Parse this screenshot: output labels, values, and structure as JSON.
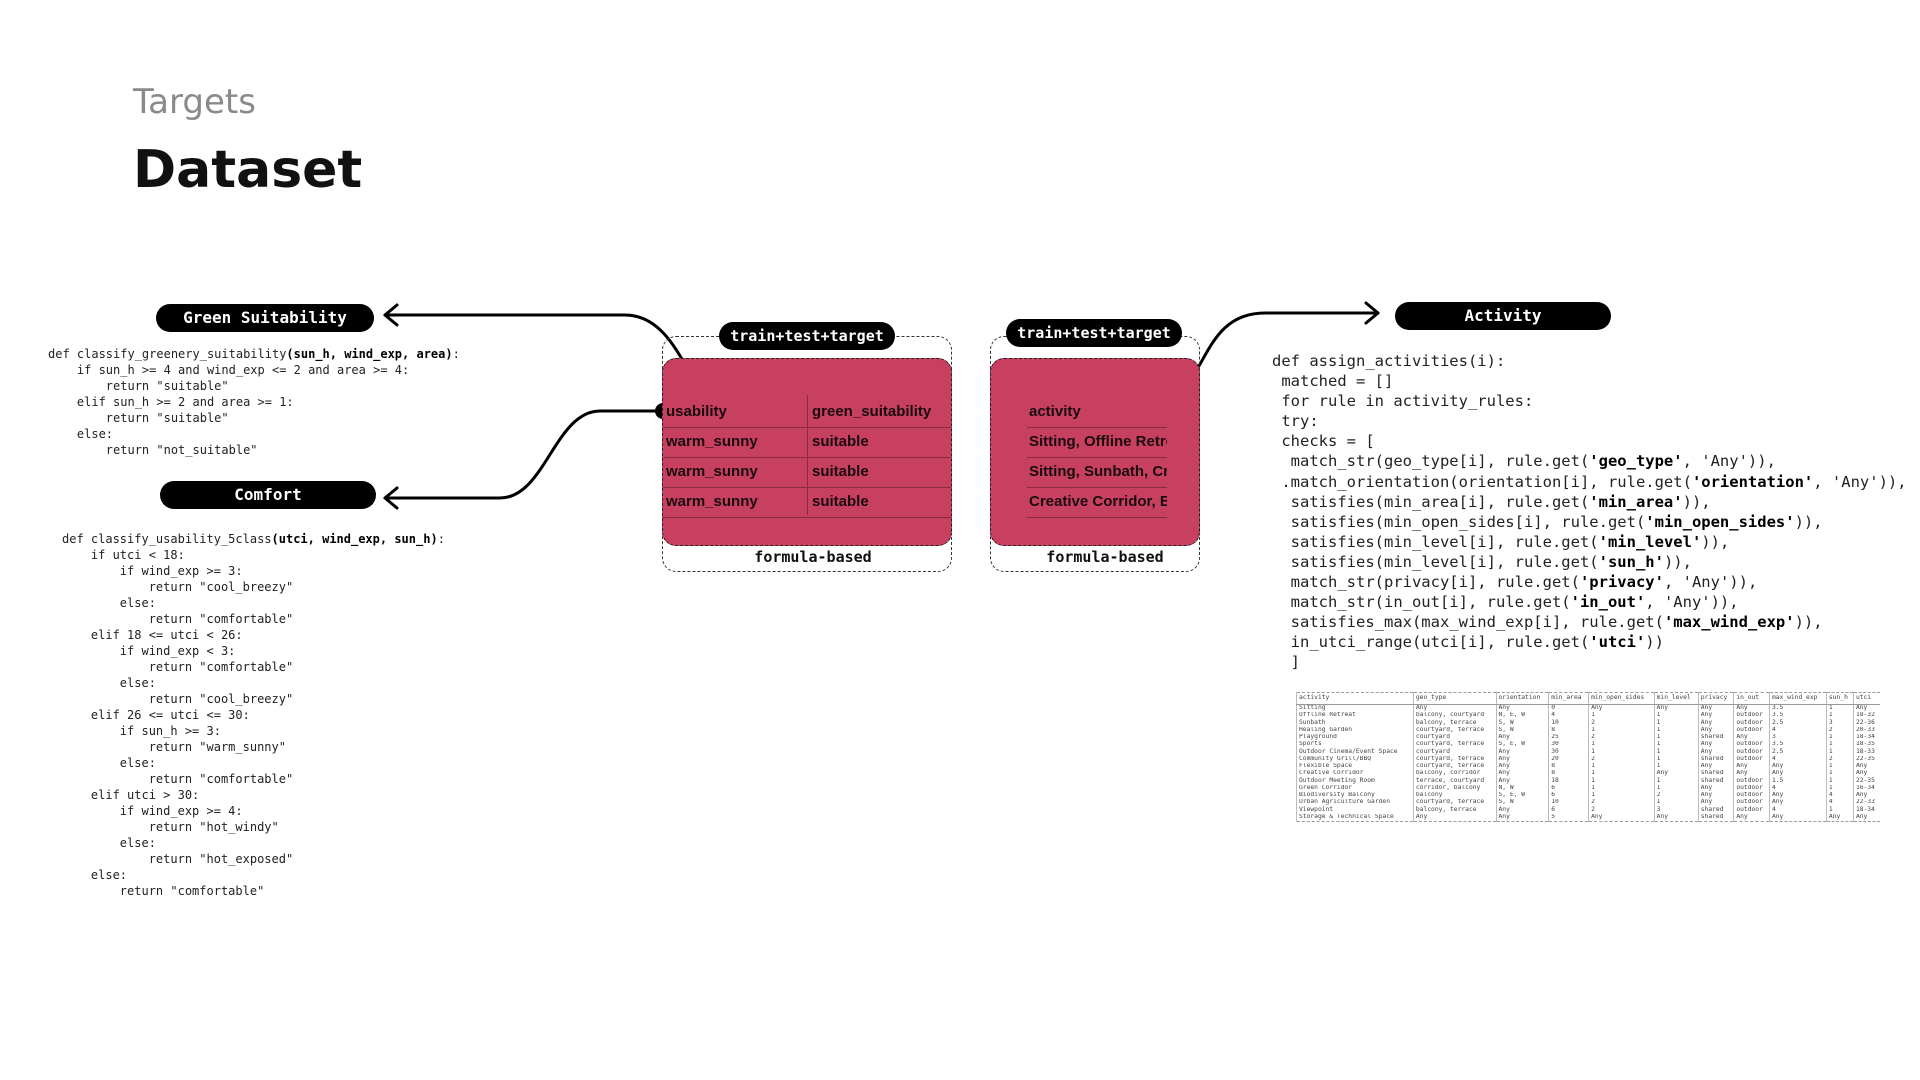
{
  "header": {
    "subtitle": "Targets",
    "title": "Dataset"
  },
  "labels": {
    "green_suitability": "Green Suitability",
    "comfort": "Comfort",
    "activity": "Activity",
    "train_test_target_1": "train+test+target",
    "train_test_target_2": "train+test+target",
    "formula_based_1": "formula-based",
    "formula_based_2": "formula-based"
  },
  "table1": {
    "headers": [
      "usability",
      "green_suitability"
    ],
    "rows": [
      [
        "warm_sunny",
        "suitable"
      ],
      [
        "warm_sunny",
        "suitable"
      ],
      [
        "warm_sunny",
        "suitable"
      ]
    ]
  },
  "table2": {
    "header": "activity",
    "rows": [
      "Sitting, Offline Retre",
      "Sitting, Sunbath, Cre",
      "Creative Corridor, Bi"
    ]
  },
  "code_green": [
    [
      "def classify_greenery_suitability",
      "(sun_h, wind_exp, area)",
      ":"
    ],
    [
      "    if sun_h >= 4 and wind_exp <= 2 and area >= 4:",
      "",
      ""
    ],
    [
      "        return \"suitable\"",
      "",
      ""
    ],
    [
      "    elif sun_h >= 2 and area >= 1:",
      "",
      ""
    ],
    [
      "        return \"suitable\"",
      "",
      ""
    ],
    [
      "    else:",
      "",
      ""
    ],
    [
      "        return \"not_suitable\"",
      "",
      ""
    ]
  ],
  "code_comfort": [
    [
      "def classify_usability_5class",
      "(utci, wind_exp, sun_h)",
      ":"
    ],
    [
      "    if utci < 18:",
      "",
      ""
    ],
    [
      "        if wind_exp >= 3:",
      "",
      ""
    ],
    [
      "            return \"cool_breezy\"",
      "",
      ""
    ],
    [
      "        else:",
      "",
      ""
    ],
    [
      "            return \"comfortable\"",
      "",
      ""
    ],
    [
      "    elif 18 <= utci < 26:",
      "",
      ""
    ],
    [
      "        if wind_exp < 3:",
      "",
      ""
    ],
    [
      "            return \"comfortable\"",
      "",
      ""
    ],
    [
      "        else:",
      "",
      ""
    ],
    [
      "            return \"cool_breezy\"",
      "",
      ""
    ],
    [
      "    elif 26 <= utci <= 30:",
      "",
      ""
    ],
    [
      "        if sun_h >= 3:",
      "",
      ""
    ],
    [
      "            return \"warm_sunny\"",
      "",
      ""
    ],
    [
      "        else:",
      "",
      ""
    ],
    [
      "            return \"comfortable\"",
      "",
      ""
    ],
    [
      "    elif utci > 30:",
      "",
      ""
    ],
    [
      "        if wind_exp >= 4:",
      "",
      ""
    ],
    [
      "            return \"hot_windy\"",
      "",
      ""
    ],
    [
      "        else:",
      "",
      ""
    ],
    [
      "            return \"hot_exposed\"",
      "",
      ""
    ],
    [
      "    else:",
      "",
      ""
    ],
    [
      "        return \"comfortable\"",
      "",
      ""
    ]
  ],
  "code_activity": [
    [
      "def assign_activities(i):",
      "",
      ""
    ],
    [
      " matched = []",
      "",
      ""
    ],
    [
      " for rule in activity_rules:",
      "",
      ""
    ],
    [
      " try:",
      "",
      ""
    ],
    [
      " checks = [",
      "",
      ""
    ],
    [
      "  match_str(geo_type[i], rule.get(",
      "'geo_type'",
      ", 'Any')),"
    ],
    [
      " .match_orientation(orientation[i], rule.get(",
      "'orientation'",
      ", 'Any')),"
    ],
    [
      "  satisfies(min_area[i], rule.get(",
      "'min_area'",
      ")),"
    ],
    [
      "  satisfies(min_open_sides[i], rule.get(",
      "'min_open_sides'",
      ")),"
    ],
    [
      "  satisfies(min_level[i], rule.get(",
      "'min_level'",
      ")),"
    ],
    [
      "  satisfies(min_level[i], rule.get(",
      "'sun_h'",
      ")),"
    ],
    [
      "  match_str(privacy[i], rule.get(",
      "'privacy'",
      ", 'Any')),"
    ],
    [
      "  match_str(in_out[i], rule.get(",
      "'in_out'",
      ", 'Any')),"
    ],
    [
      "  satisfies_max(max_wind_exp[i], rule.get(",
      "'max_wind_exp'",
      ")),"
    ],
    [
      "  in_utci_range(utci[i], rule.get(",
      "'utci'",
      "))"
    ],
    [
      "  ]",
      "",
      ""
    ]
  ],
  "rules_table": {
    "headers": [
      "activity",
      "geo_type",
      "orientation",
      "min_area",
      "min_open_sides",
      "min_level",
      "privacy",
      "in_out",
      "max_wind_exp",
      "sun_h",
      "utci"
    ],
    "rows": [
      [
        "Sitting",
        "Any",
        "Any",
        "0",
        "Any",
        "Any",
        "Any",
        "Any",
        "3.5",
        "1",
        "Any"
      ],
      [
        "Offline Retreat",
        "balcony, courtyard",
        "N, E, W",
        "4",
        "1",
        "1",
        "Any",
        "outdoor",
        "3.5",
        "1",
        "18-32"
      ],
      [
        "Sunbath",
        "balcony, terrace",
        "S, W",
        "10",
        "2",
        "1",
        "Any",
        "outdoor",
        "2.5",
        "3",
        "22-36"
      ],
      [
        "Healing Garden",
        "courtyard, terrace",
        "S, W",
        "8",
        "1",
        "1",
        "Any",
        "outdoor",
        "4",
        "2",
        "20-33"
      ],
      [
        "Playground",
        "courtyard",
        "Any",
        "25",
        "2",
        "1",
        "shared",
        "Any",
        "3",
        "1",
        "18-34"
      ],
      [
        "Sports",
        "courtyard, terrace",
        "S, E, W",
        "30",
        "1",
        "1",
        "Any",
        "outdoor",
        "3.5",
        "1",
        "18-35"
      ],
      [
        "Outdoor Cinema/Event Space",
        "courtyard",
        "Any",
        "30",
        "1",
        "1",
        "Any",
        "outdoor",
        "2.5",
        "1",
        "18-33"
      ],
      [
        "Community Grill/BBQ",
        "courtyard, terrace",
        "Any",
        "20",
        "2",
        "1",
        "shared",
        "outdoor",
        "4",
        "2",
        "22-35"
      ],
      [
        "Flexible Space",
        "courtyard, terrace",
        "Any",
        "8",
        "1",
        "1",
        "Any",
        "Any",
        "Any",
        "1",
        "Any"
      ],
      [
        "Creative Corridor",
        "balcony, corridor",
        "Any",
        "8",
        "1",
        "Any",
        "shared",
        "Any",
        "Any",
        "1",
        "Any"
      ],
      [
        "Outdoor Meeting Room",
        "terrace, courtyard",
        "Any",
        "18",
        "1",
        "1",
        "shared",
        "outdoor",
        "1.5",
        "1",
        "22-35"
      ],
      [
        "Green Corridor",
        "corridor, balcony",
        "N, W",
        "6",
        "1",
        "1",
        "Any",
        "outdoor",
        "4",
        "1",
        "16-34"
      ],
      [
        "Biodiversity Balcony",
        "balcony",
        "S, E, W",
        "6",
        "1",
        "2",
        "Any",
        "outdoor",
        "Any",
        "4",
        "Any"
      ],
      [
        "Urban Agriculture Garden",
        "courtyard, terrace",
        "S, W",
        "10",
        "2",
        "1",
        "Any",
        "outdoor",
        "Any",
        "4",
        "22-33"
      ],
      [
        "Viewpoint",
        "balcony, terrace",
        "Any",
        "6",
        "2",
        "3",
        "shared",
        "outdoor",
        "4",
        "1",
        "18-34"
      ],
      [
        "Storage & Technical Space",
        "Any",
        "Any",
        "5",
        "Any",
        "Any",
        "shared",
        "Any",
        "Any",
        "Any",
        "Any"
      ]
    ]
  }
}
